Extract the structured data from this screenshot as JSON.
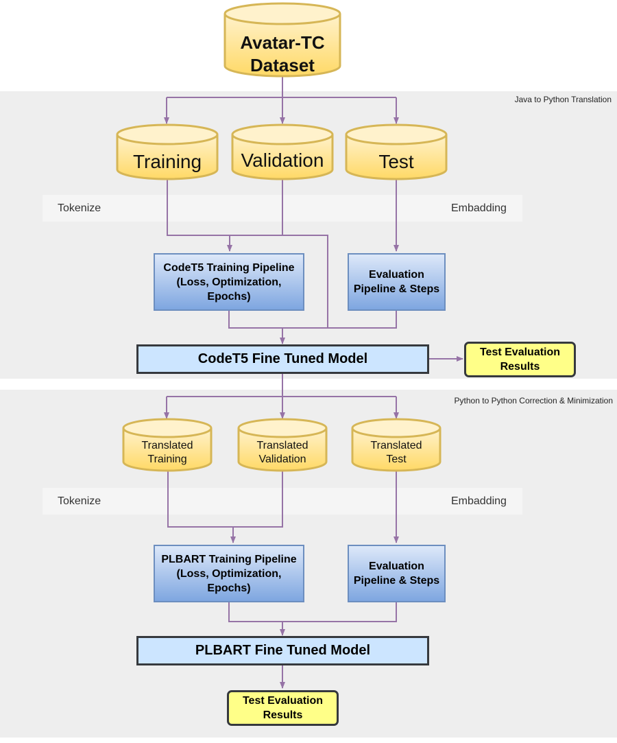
{
  "dataset": {
    "line1": "Avatar-TC",
    "line2": "Dataset"
  },
  "stage1": {
    "title": "Java to Python Translation",
    "splits": [
      "Training",
      "Validation",
      "Test"
    ],
    "tokenize": "Tokenize",
    "embedding": "Embadding",
    "training_pipeline": "CodeT5 Training Pipeline\n(Loss, Optimization,\nEpochs)",
    "eval_pipeline": "Evaluation\nPipeline & Steps",
    "model": "CodeT5 Fine Tuned Model",
    "results": "Test Evaluation\nResults"
  },
  "stage2": {
    "title": "Python to Python Correction & Minimization",
    "splits": [
      {
        "line1": "Translated",
        "line2": "Training"
      },
      {
        "line1": "Translated",
        "line2": "Validation"
      },
      {
        "line1": "Translated",
        "line2": "Test"
      }
    ],
    "tokenize": "Tokenize",
    "embedding": "Embadding",
    "training_pipeline": "PLBART Training Pipeline\n(Loss, Optimization,\nEpochs)",
    "eval_pipeline": "Evaluation\nPipeline & Steps",
    "model": "PLBART Fine Tuned Model",
    "results": "Test Evaluation\nResults"
  },
  "colors": {
    "arrow": "#9673a6",
    "cylinder_top": "#fff2cc",
    "cylinder_bottom": "#ffd966",
    "cylinder_stroke": "#d6b656",
    "pipeline_stroke": "#6c8ebf",
    "model_fill": "#cce5ff",
    "results_fill": "#ffff88"
  }
}
